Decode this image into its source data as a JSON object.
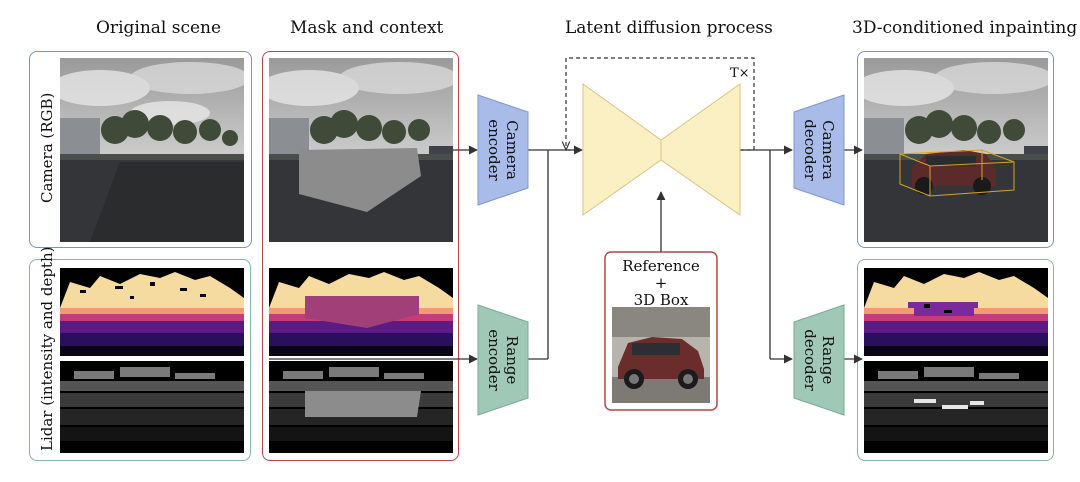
{
  "headers": {
    "original": "Original scene",
    "mask": "Mask and context",
    "latent": "Latent diffusion process",
    "inpaint": "3D-conditioned inpainting"
  },
  "row_labels": {
    "camera": "Camera (RGB)",
    "lidar": "Lidar (intensity and depth)"
  },
  "encoders": {
    "camera_line1": "Camera",
    "camera_line2": "encoder",
    "range_line1": "Range",
    "range_line2": "encoder"
  },
  "decoders": {
    "camera_line1": "Camera",
    "camera_line2": "decoder",
    "range_line1": "Range",
    "range_line2": "decoder"
  },
  "reference": {
    "line1": "Reference",
    "line2": "+",
    "line3": "3D Box"
  },
  "loop_label": "T×",
  "colors": {
    "camera_blue": "#a9bbe8",
    "range_green": "#9fc9b6",
    "unet_yellow": "#fbefc4",
    "frame_blue": "#7a92c4",
    "frame_red": "#b5474a",
    "frame_green": "#86b89a"
  }
}
